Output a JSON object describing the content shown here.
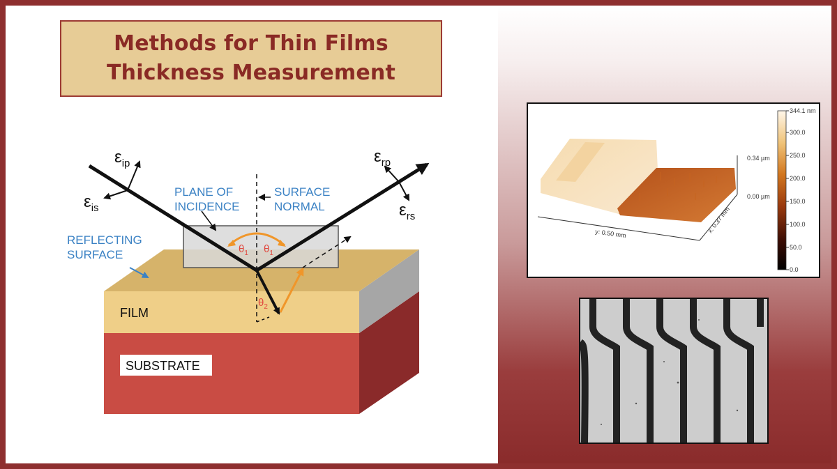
{
  "title": {
    "line1": "Methods for Thin Films",
    "line2": "Thickness Measurement"
  },
  "diagram": {
    "e_ip": {
      "base": "ε",
      "sub": "ip"
    },
    "e_is": {
      "base": "ε",
      "sub": "is"
    },
    "e_rp": {
      "base": "ε",
      "sub": "rp"
    },
    "e_rs": {
      "base": "ε",
      "sub": "rs"
    },
    "plane_line1": "PLANE OF",
    "plane_line2": "INCIDENCE",
    "normal_line1": "SURFACE",
    "normal_line2": "NORMAL",
    "reflecting_line1": "REFLECTING",
    "reflecting_line2": "SURFACE",
    "film_label": "FILM",
    "substrate_label": "SUBSTRATE",
    "theta1_left": {
      "base": "θ",
      "sub": "1"
    },
    "theta1_right": {
      "base": "θ",
      "sub": "1"
    },
    "theta2": {
      "base": "θ",
      "sub": "2"
    },
    "colors": {
      "film": "#efcf88",
      "film_top": "#d6b36a",
      "substrate": "#c94c44",
      "substrate_side": "#8a2a2a",
      "label_blue": "#3b82c4",
      "theta_red": "#e0483f",
      "orange": "#f0962a"
    }
  },
  "afm": {
    "colorbar_ticks": [
      "344.1 nm",
      "300.0",
      "250.0",
      "200.0",
      "150.0",
      "100.0",
      "50.0",
      "0.0"
    ],
    "z_tick_top": "0.34 µm",
    "z_tick_bottom": "0.00 µm",
    "y_axis_label": "y: 0.50 mm",
    "x_axis_label": "x: 0.37 mm"
  },
  "fringes": {
    "description_icon": "interference-fringe-image"
  }
}
